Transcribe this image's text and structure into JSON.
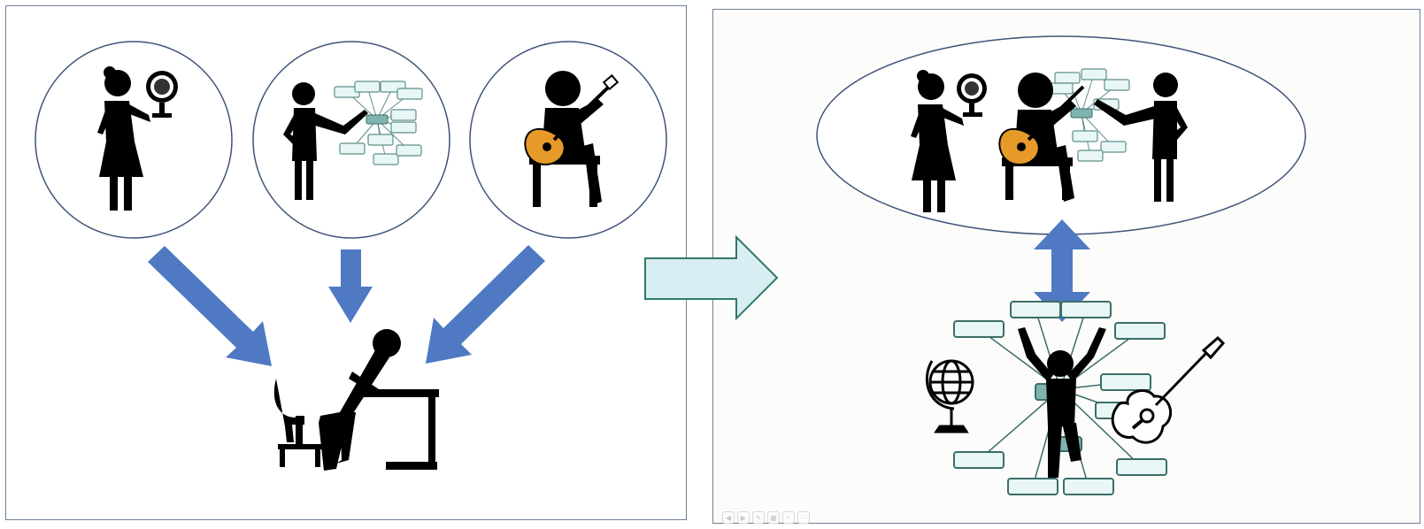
{
  "colors": {
    "panel_border": "#6f7f96",
    "circle_stroke": "#3f5478",
    "blue_arrow": "#4f7ac3",
    "transition_arrow_fill": "#d9eef2",
    "transition_arrow_stroke": "#2e7a6a",
    "mindmap_box_fill": "#e8f6f6",
    "mindmap_box_stroke": "#5f8f8a",
    "figure": "#000000",
    "guitar": "#e69a2a"
  },
  "left_panel": {
    "figures": [
      "woman-with-globe",
      "teacher-with-mindmap",
      "guitarist"
    ],
    "bottom_figure": "frustrated-student-at-desk"
  },
  "right_panel": {
    "group_figures": [
      "woman-with-globe",
      "guitarist",
      "teacher-with-mindmap"
    ],
    "center_figure": "happy-student-in-mindmap",
    "side_icons": [
      "globe-icon",
      "guitar-icon"
    ]
  },
  "slide_controls": [
    "prev-icon",
    "play-icon",
    "pen-icon",
    "grid-icon",
    "zoom-icon",
    "more-icon"
  ]
}
